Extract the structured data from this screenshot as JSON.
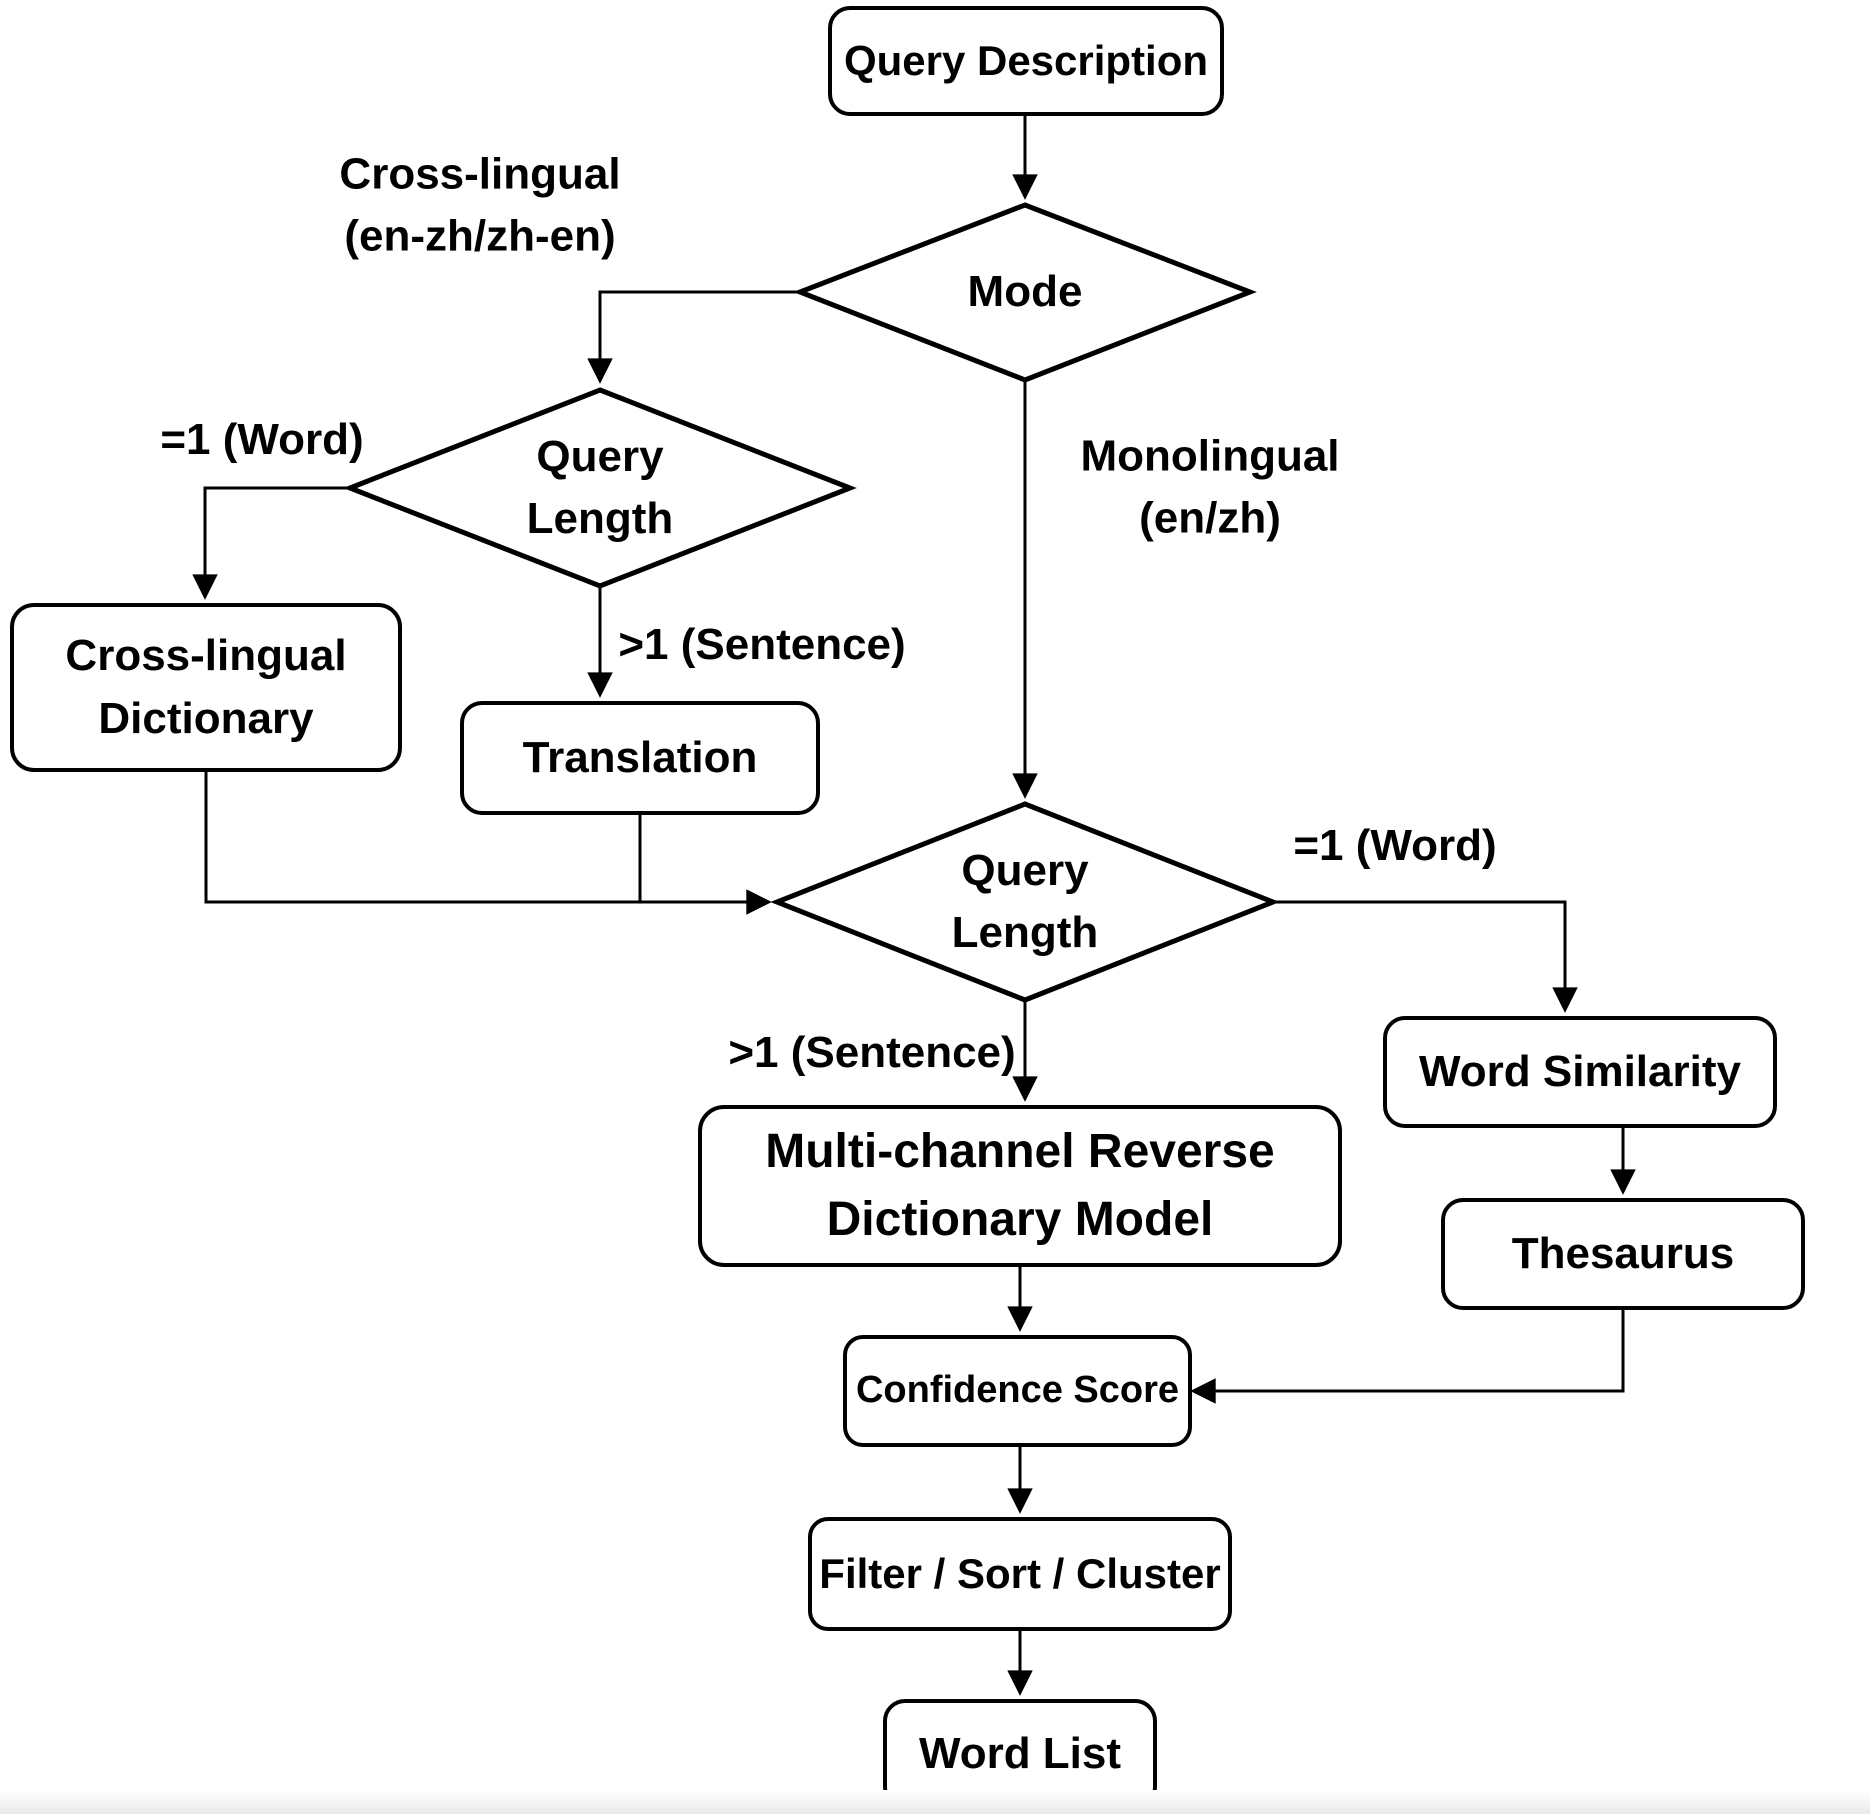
{
  "diagram": {
    "type": "flowchart",
    "title": "",
    "colors": {
      "stroke": "#000000",
      "text": "#000000",
      "node_fill": "#ffffff",
      "background": "#ffffff"
    },
    "nodes": {
      "query_description": {
        "label": "Query Description",
        "shape": "rounded-rect"
      },
      "mode": {
        "label": "Mode",
        "shape": "diamond"
      },
      "query_length_top": {
        "label": "Query\nLength",
        "shape": "diamond"
      },
      "cross_lingual_dictionary": {
        "label": "Cross-lingual\nDictionary",
        "shape": "rounded-rect"
      },
      "translation": {
        "label": "Translation",
        "shape": "rounded-rect"
      },
      "query_length_main": {
        "label": "Query\nLength",
        "shape": "diamond"
      },
      "multi_channel_model": {
        "label": "Multi-channel Reverse\nDictionary Model",
        "shape": "rounded-rect"
      },
      "word_similarity": {
        "label": "Word Similarity",
        "shape": "rounded-rect"
      },
      "thesaurus": {
        "label": "Thesaurus",
        "shape": "rounded-rect"
      },
      "confidence_score": {
        "label": "Confidence Score",
        "shape": "rounded-rect"
      },
      "filter_sort_cluster": {
        "label": "Filter / Sort / Cluster",
        "shape": "rounded-rect"
      },
      "word_list": {
        "label": "Word List",
        "shape": "rounded-rect"
      }
    },
    "edge_labels": {
      "mode_cross_lingual": "Cross-lingual\n(en-zh/zh-en)",
      "mode_monolingual": "Monolingual\n(en/zh)",
      "ql_top_word": "=1 (Word)",
      "ql_top_sentence": ">1 (Sentence)",
      "ql_main_word": "=1 (Word)",
      "ql_main_sentence": ">1 (Sentence)"
    },
    "edges": [
      {
        "from": "query_description",
        "to": "mode",
        "label": ""
      },
      {
        "from": "mode",
        "to": "query_length_top",
        "label": "Cross-lingual (en-zh/zh-en)"
      },
      {
        "from": "mode",
        "to": "query_length_main",
        "label": "Monolingual (en/zh)"
      },
      {
        "from": "query_length_top",
        "to": "cross_lingual_dictionary",
        "label": "=1 (Word)"
      },
      {
        "from": "query_length_top",
        "to": "translation",
        "label": ">1 (Sentence)"
      },
      {
        "from": "cross_lingual_dictionary",
        "to": "query_length_main",
        "label": ""
      },
      {
        "from": "translation",
        "to": "query_length_main",
        "label": ""
      },
      {
        "from": "query_length_main",
        "to": "multi_channel_model",
        "label": ">1 (Sentence)"
      },
      {
        "from": "query_length_main",
        "to": "word_similarity",
        "label": "=1 (Word)"
      },
      {
        "from": "word_similarity",
        "to": "thesaurus",
        "label": ""
      },
      {
        "from": "thesaurus",
        "to": "confidence_score",
        "label": ""
      },
      {
        "from": "multi_channel_model",
        "to": "confidence_score",
        "label": ""
      },
      {
        "from": "confidence_score",
        "to": "filter_sort_cluster",
        "label": ""
      },
      {
        "from": "filter_sort_cluster",
        "to": "word_list",
        "label": ""
      }
    ]
  }
}
